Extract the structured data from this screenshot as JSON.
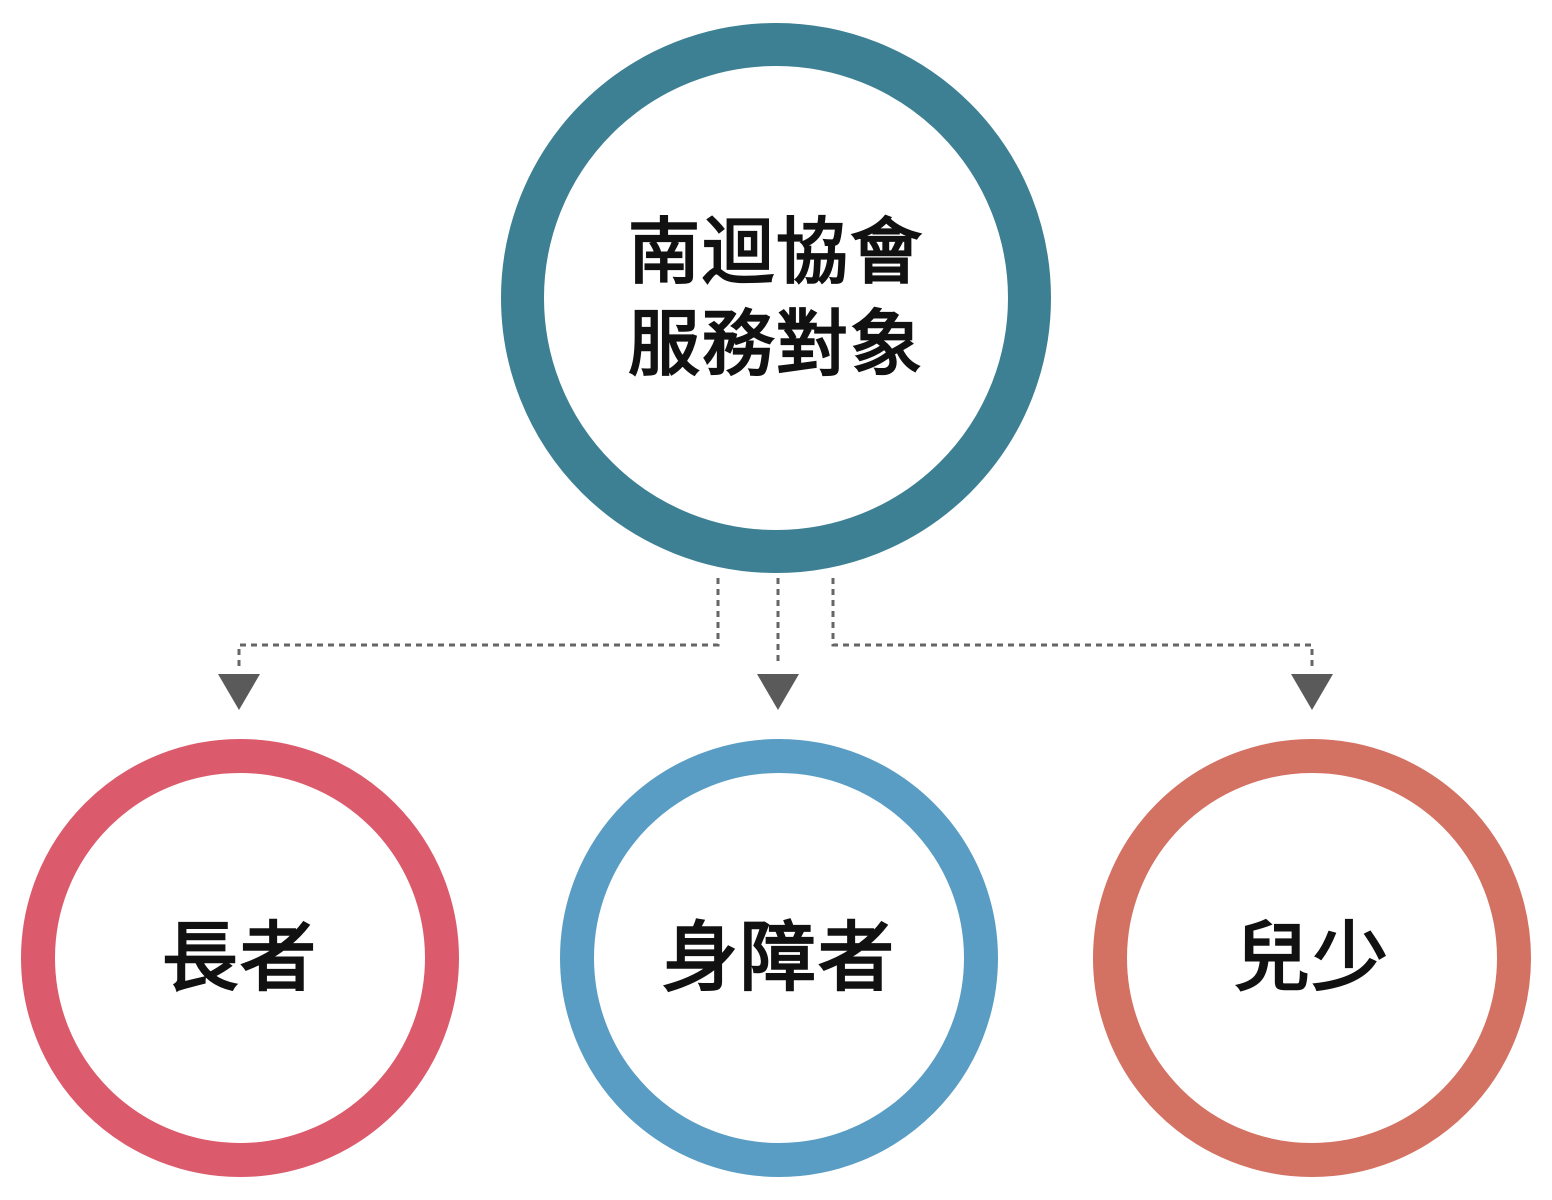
{
  "root": {
    "line1": "南迴協會",
    "line2": "服務對象",
    "color": "#3d8093"
  },
  "children": [
    {
      "id": "elderly",
      "label": "長者",
      "color": "#db5b6c"
    },
    {
      "id": "disabled",
      "label": "身障者",
      "color": "#5a9dc4"
    },
    {
      "id": "youth",
      "label": "兒少",
      "color": "#d37262"
    }
  ],
  "connector_color": "#666666",
  "arrow_color": "#5a5a5a"
}
